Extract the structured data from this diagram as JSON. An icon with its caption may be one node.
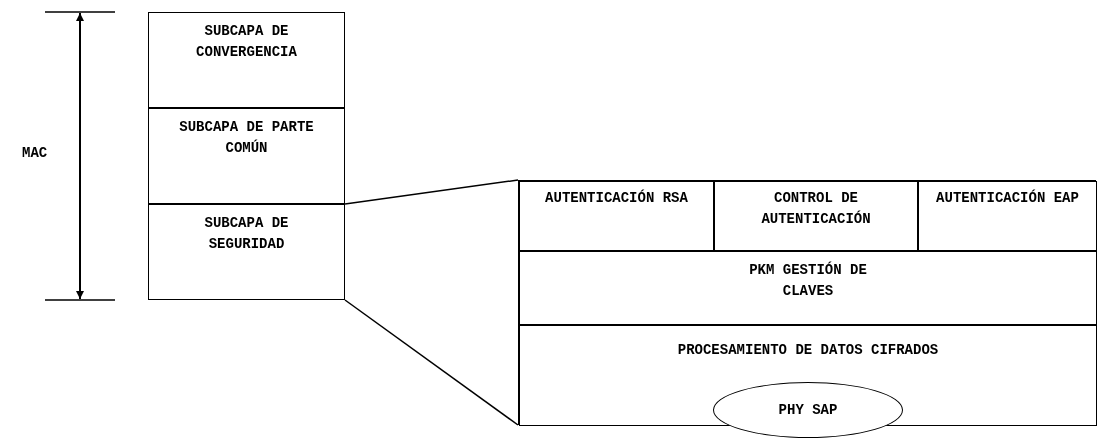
{
  "diagram": {
    "nodes": [
      {
        "text": [
          "SUBCAPA DE CONVERGENCIA"
        ]
      },
      {
        "text": [
          "SUBCAPA DE PARTE COMÚN"
        ]
      },
      {
        "text": [
          "SUBCAPA DE SEGURIDAD"
        ]
      },
      {
        "text": [],
        "shape": "box"
      },
      {
        "text": [
          "AUTENTICACIÓN RSA"
        ],
        "in": 3
      },
      {
        "text": [
          "CONTROL DE AUTENTICACIÓN"
        ],
        "in": 3
      },
      {
        "text": [
          "AUTENTICACIÓN EAP"
        ],
        "in": 3
      },
      {
        "text": [
          "PKM GESTIÓN DE CLAVES"
        ],
        "in": 3
      },
      {
        "text": [
          "PROCESAMIENTO DE DATOS CIFRADOS"
        ],
        "in": 3
      },
      {
        "text": [
          "PHY SAP"
        ]
      }
    ],
    "edges": [
      {
        "from": 2,
        "to": 3,
        "arrow": "none"
      },
      {
        "from": 2,
        "to": 3,
        "arrow": "none"
      }
    ],
    "labels": [
      "MAC"
    ]
  }
}
